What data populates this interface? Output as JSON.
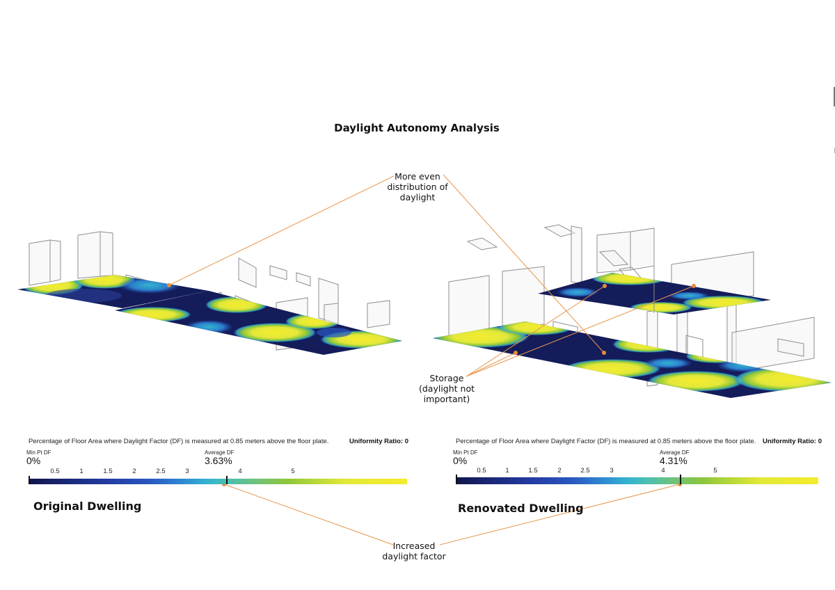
{
  "title": "Daylight Autonomy Analysis",
  "callouts": {
    "even": "More even\ndistribution of\ndaylight",
    "storage": "Storage\n(daylight not\nimportant)",
    "increased": "Increased\ndaylight factor"
  },
  "colors": {
    "annotation_line": "#e8954b",
    "annotation_dot": "#ea8a3c",
    "df_dark": "#141c5a",
    "df_blue": "#2a58c0",
    "df_cyan": "#34b3cf",
    "df_green": "#8cc63c",
    "df_yellow": "#f3ec2e",
    "wall_outline": "#8e8e8e"
  },
  "panels": [
    {
      "dwelling_label": "Original Dwelling",
      "caption": "Percentage of Floor Area where Daylight Factor (DF) is measured at 0.85 meters above the floor plate.",
      "uniformity": "Uniformity Ratio: 0",
      "min_label": "Min Pt DF",
      "min_value": "0%",
      "avg_label": "Average DF",
      "avg_value": "3.63%",
      "avg_df": 3.63,
      "ticks": [
        "0.5",
        "1",
        "1.5",
        "2",
        "2.5",
        "3",
        "4",
        "5"
      ]
    },
    {
      "dwelling_label": "Renovated Dwelling",
      "caption": "Percentage of Floor Area where Daylight Factor (DF) is measured at 0.85 meters above the floor plate.",
      "uniformity": "Uniformity Ratio: 0",
      "min_label": "Min Pt DF",
      "min_value": "0%",
      "avg_label": "Average DF",
      "avg_value": "4.31%",
      "avg_df": 4.31,
      "ticks": [
        "0.5",
        "1",
        "1.5",
        "2",
        "2.5",
        "3",
        "4",
        "5"
      ]
    }
  ]
}
